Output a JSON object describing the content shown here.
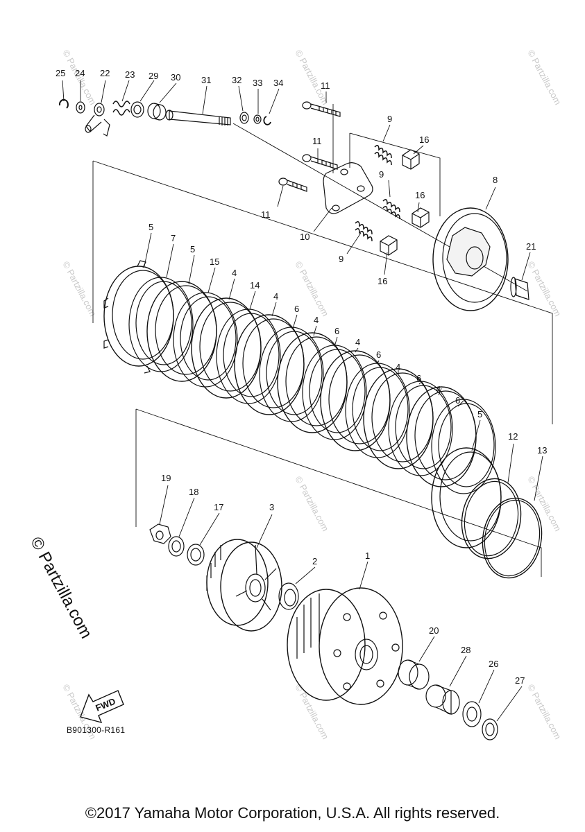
{
  "watermark_text": "© Partzilla.com",
  "side_watermark": "© Partzilla.com",
  "diagram_ref": "B901300-R161",
  "fwd_label": "FWD",
  "copyright": "©2017 Yamaha Motor Corporation, U.S.A. All rights reserved.",
  "callouts": {
    "n25": "25",
    "n24": "24",
    "n22": "22",
    "n23": "23",
    "n29": "29",
    "n30": "30",
    "n31": "31",
    "n32": "32",
    "n33": "33",
    "n34": "34",
    "n11a": "11",
    "n11b": "11",
    "n11c": "11",
    "n9a": "9",
    "n9b": "9",
    "n9c": "9",
    "n16a": "16",
    "n16b": "16",
    "n16c": "16",
    "n8": "8",
    "n10": "10",
    "n21": "21",
    "n5a": "5",
    "n7": "7",
    "n5b": "5",
    "n15": "15",
    "n4a": "4",
    "n14": "14",
    "n4b": "4",
    "n6a": "6",
    "n4c": "4",
    "n6b": "6",
    "n4d": "4",
    "n6c": "6",
    "n4e": "4",
    "n6d": "6",
    "n4f": "4",
    "n6e": "6",
    "n5c": "5",
    "n12": "12",
    "n13": "13",
    "n19": "19",
    "n18": "18",
    "n17": "17",
    "n3": "3",
    "n2": "2",
    "n1": "1",
    "n20": "20",
    "n28": "28",
    "n26": "26",
    "n27": "27"
  },
  "colors": {
    "line": "#111111",
    "watermark": "#c9c9c9"
  }
}
